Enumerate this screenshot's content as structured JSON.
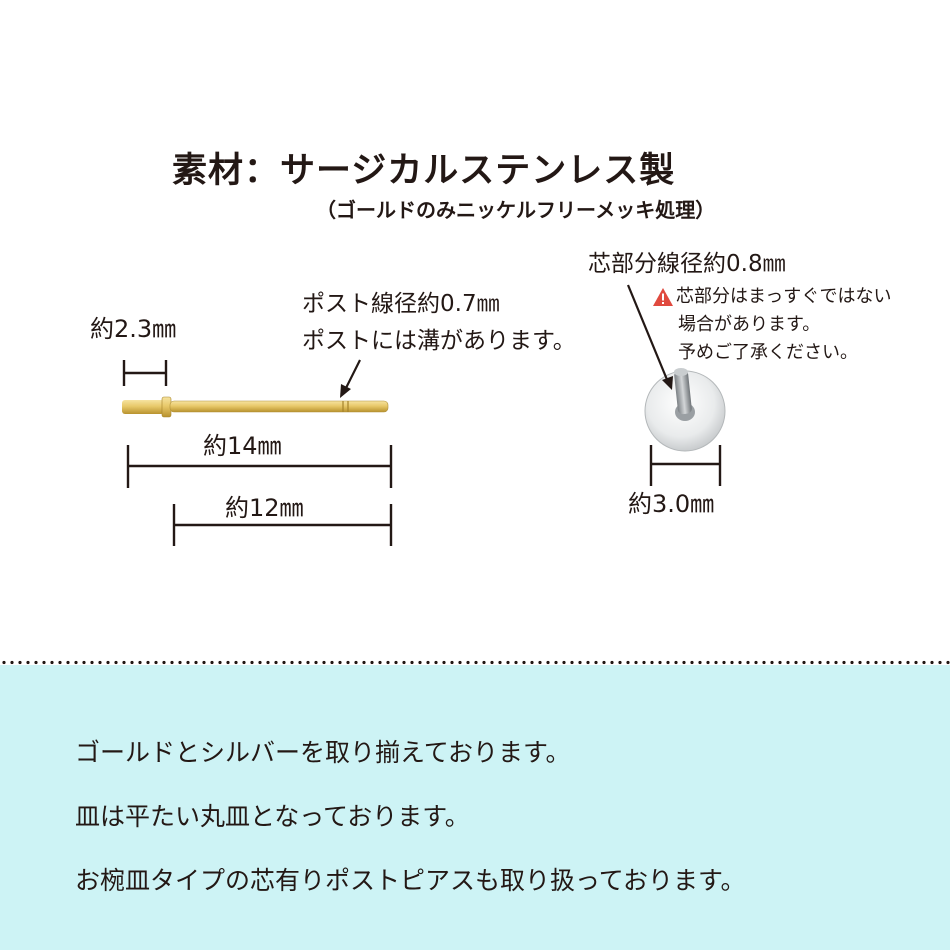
{
  "heading": {
    "title": "素材：サージカルステンレス製",
    "subtitle": "（ゴールドのみニッケルフリーメッキ処理）"
  },
  "post_diagram": {
    "label_width_disc": "約2.3㎜",
    "note_line1": "ポスト線径約0.7㎜",
    "note_line2": "ポストには溝があります。",
    "label_total_length": "約14㎜",
    "label_post_length": "約12㎜"
  },
  "back_diagram": {
    "label_core": "芯部分線径約0.8㎜",
    "warning_line1": "芯部分はまっすぐではない",
    "warning_line2": "場合があります。",
    "warning_line3": "予めご了承ください。",
    "label_diameter": "約3.0㎜"
  },
  "colors": {
    "accent_panel": "#cdf3f5",
    "gold": "#e8c96a",
    "warning": "#e04a3f",
    "text": "#231815"
  },
  "icons": {
    "warning": "warning-triangle-icon"
  },
  "footer": {
    "lines": [
      "ゴールドとシルバーを取り揃えております。",
      "皿は平たい丸皿となっております。",
      "お椀皿タイプの芯有りポストピアスも取り扱っております。"
    ]
  }
}
